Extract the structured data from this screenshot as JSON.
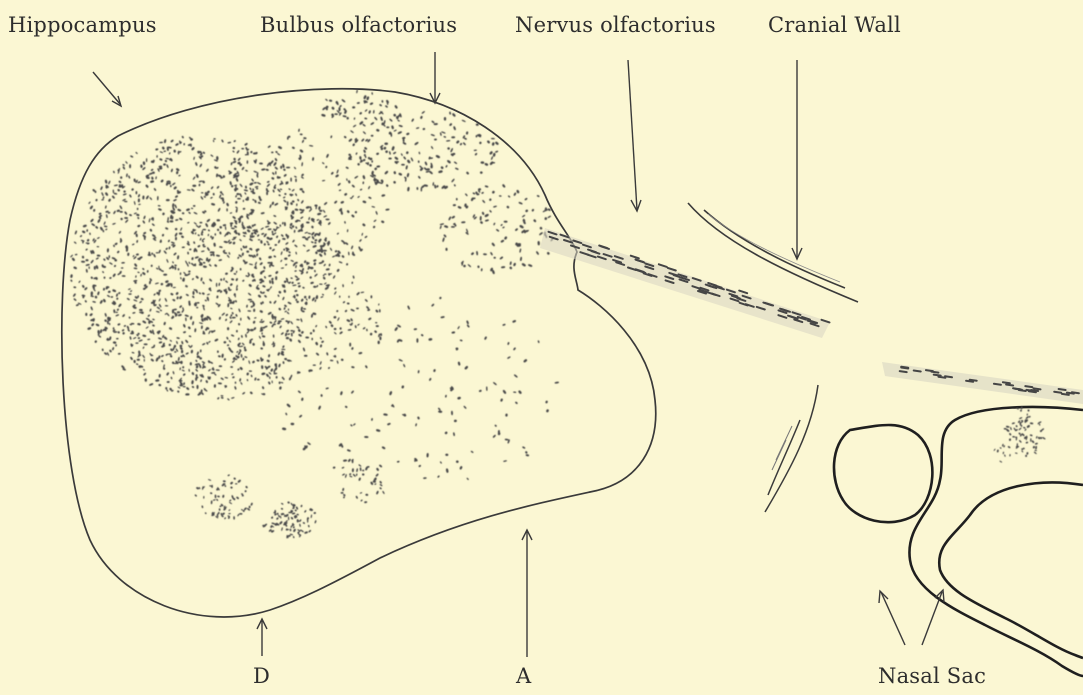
{
  "labels": {
    "hippocampus": "Hippocampus",
    "bulbus_olfactorius": "Bulbus olfactorius",
    "nervus_olfactorius": "Nervus olfactorius",
    "cranial_wall": "Cranial Wall",
    "d": "D",
    "a": "A",
    "nasal_sac": "Nasal Sac"
  },
  "colors": {
    "background": "#fbf7d3",
    "ink": "#3a3a3a"
  }
}
